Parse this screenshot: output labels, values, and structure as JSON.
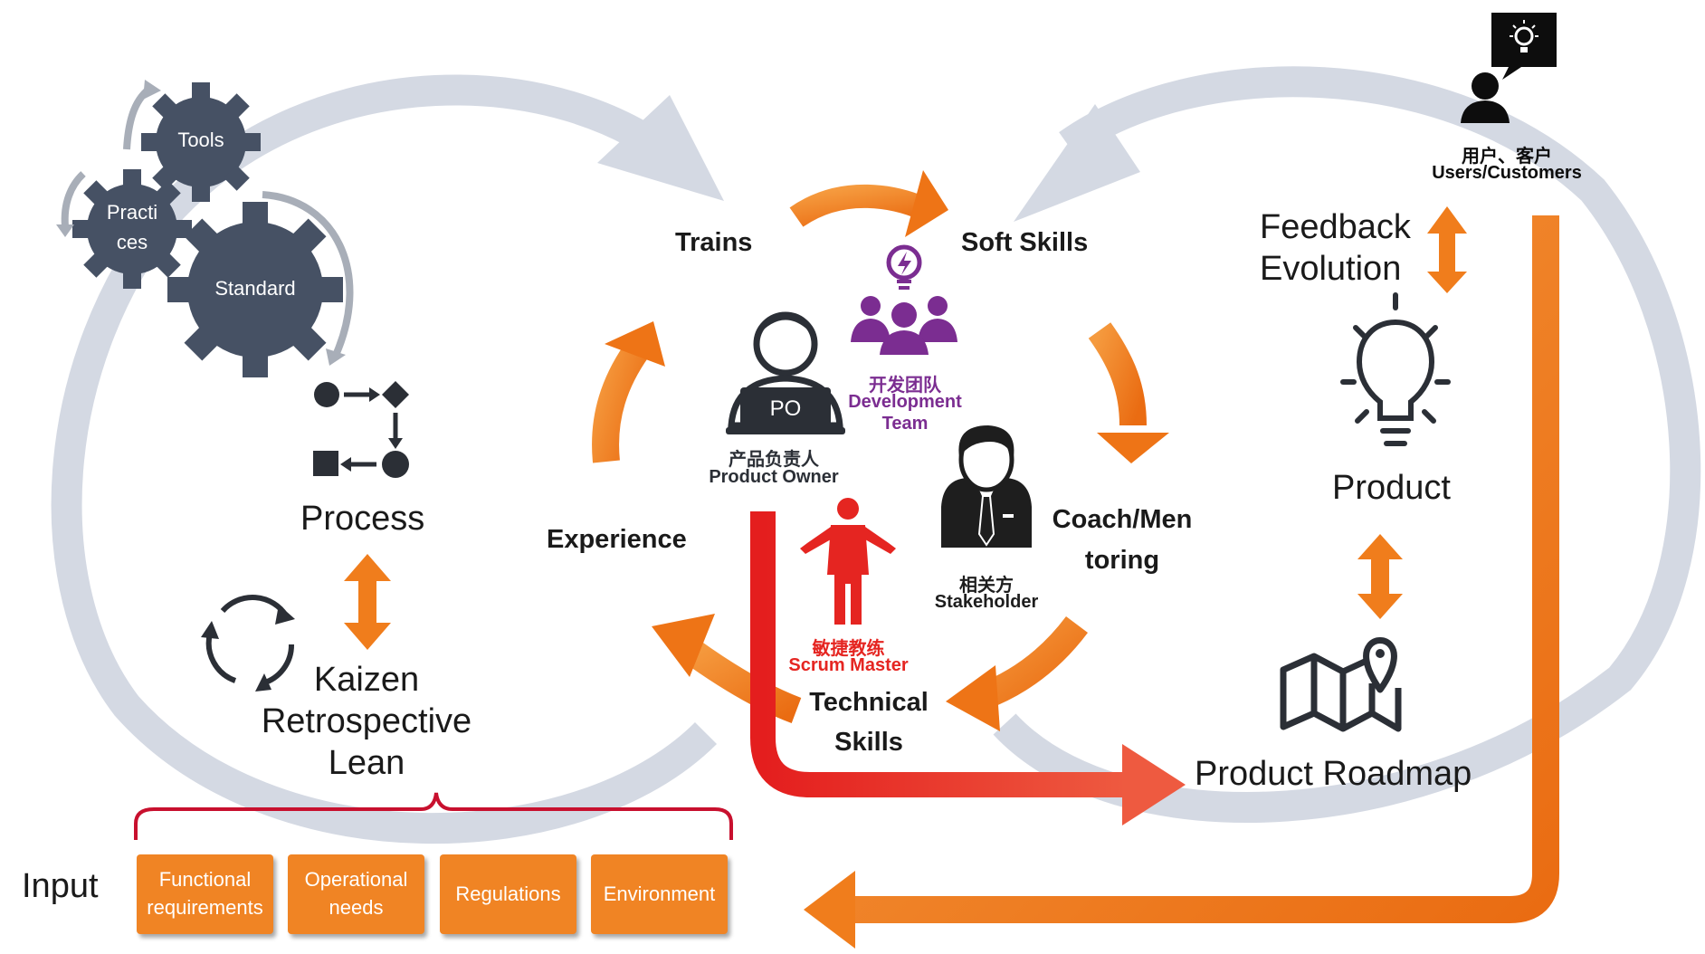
{
  "colors": {
    "loop": "#d4d9e3",
    "gear": "#465164",
    "orange": "#f07d1c",
    "red": "#e52521",
    "purple": "#7b2d91",
    "dark": "#2b2f36"
  },
  "process": {
    "gears": {
      "tools": "Tools",
      "practices_line1": "Practi",
      "practices_line2": "ces",
      "standard": "Standard"
    },
    "title": "Process",
    "kaizen_line1": "Kaizen",
    "kaizen_line2": "Retrospective",
    "kaizen_line3": "Lean"
  },
  "cycle": {
    "trains": "Trains",
    "soft_skills": "Soft Skills",
    "coach_line1": "Coach/Men",
    "coach_line2": "toring",
    "technical_line1": "Technical",
    "technical_line2": "Skills",
    "experience": "Experience"
  },
  "roles": {
    "po_badge": "PO",
    "po_cn": "产品负责人",
    "po_en": "Product Owner",
    "team_cn": "开发团队",
    "team_en_line1": "Development",
    "team_en_line2": "Team",
    "stakeholder_cn": "相关方",
    "stakeholder_en": "Stakeholder",
    "sm_cn": "敏捷教练",
    "sm_en": "Scrum Master"
  },
  "product": {
    "customers_cn": "用户、客户",
    "customers_en": "Users/Customers",
    "feedback_line1": "Feedback",
    "feedback_line2": "Evolution",
    "product": "Product",
    "roadmap": "Product Roadmap"
  },
  "input": {
    "label": "Input",
    "items": [
      {
        "line1": "Functional",
        "line2": "requirements"
      },
      {
        "line1": "Operational",
        "line2": "needs"
      },
      {
        "line1": "Regulations",
        "line2": ""
      },
      {
        "line1": "Environment",
        "line2": ""
      }
    ]
  },
  "icons": [
    "gear-icon",
    "process-flow-icon",
    "cycle-icon",
    "person-laptop-icon",
    "team-icon",
    "stakeholder-icon",
    "scrum-master-icon",
    "customer-icon",
    "lightbulb-icon",
    "map-icon"
  ]
}
